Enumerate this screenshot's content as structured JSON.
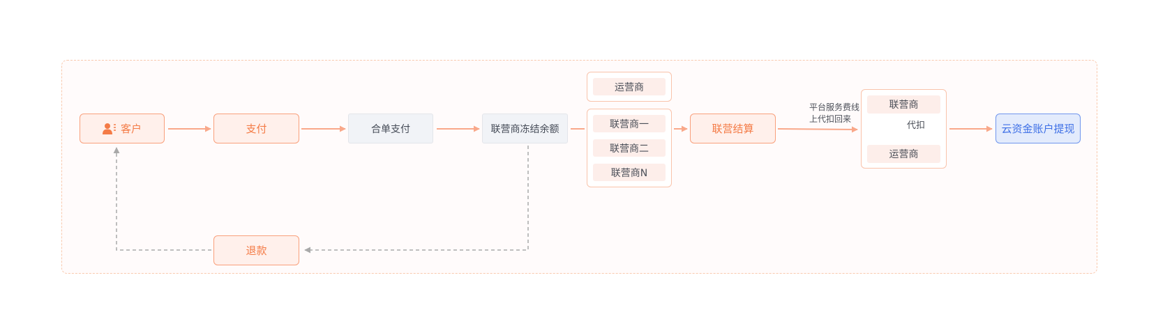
{
  "diagram": {
    "nodes": {
      "customer": "客户",
      "pay": "支付",
      "combined_pay": "合单支付",
      "frozen_balance": "联营商冻结余额",
      "refund": "退款",
      "settlement": "联营结算",
      "withdraw": "云资金账户提现"
    },
    "operator_top": "运营商",
    "partners": [
      "联营商一",
      "联营商二",
      "联营商N"
    ],
    "deduct_group": {
      "top": "联营商",
      "bottom": "运营商",
      "label": "代扣"
    },
    "fee_note": [
      "平台服务费线",
      "上代扣回来"
    ]
  },
  "colors": {
    "accent_orange": "#f47b46",
    "arrow_orange": "#f9a88a",
    "dashed_grey": "#a9a9a9",
    "blue": "#3d6fe6"
  }
}
